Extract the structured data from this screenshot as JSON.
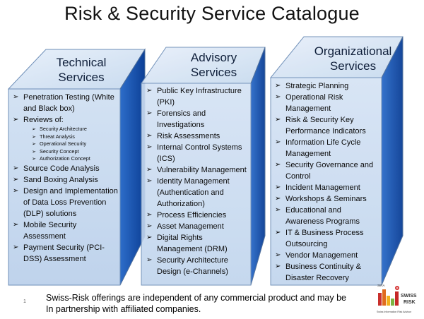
{
  "title": "Risk & Security Service Catalogue",
  "colors": {
    "front_face": "#c8daef",
    "top_face": "#dbe7f5",
    "side_face": "#0f4fb0",
    "cube_border": "#6f8fb8"
  },
  "boxes": [
    {
      "title_lines": [
        "Technical",
        "Services"
      ],
      "items": [
        {
          "text": "Penetration Testing (White and Black box)",
          "level": 1
        },
        {
          "text": "Reviews of:",
          "level": 1
        },
        {
          "text": "Security Architecture",
          "level": 2
        },
        {
          "text": "Threat Analysis",
          "level": 2
        },
        {
          "text": "Operational Security",
          "level": 2
        },
        {
          "text": "Security Concept",
          "level": 2
        },
        {
          "text": "Authorization Concept",
          "level": 2
        },
        {
          "text": "Source Code Analysis",
          "level": 1
        },
        {
          "text": "Sand Boxing Analysis",
          "level": 1
        },
        {
          "text": "Design and Implementation of Data Loss Prevention (DLP) solutions",
          "level": 1
        },
        {
          "text": "Mobile Security Assessment",
          "level": 1
        },
        {
          "text": "Payment Security (PCI-DSS) Assessment",
          "level": 1
        }
      ]
    },
    {
      "title_lines": [
        "Advisory",
        "Services"
      ],
      "items": [
        {
          "text": "Public Key Infrastructure (PKI)",
          "level": 1
        },
        {
          "text": "Forensics and Investigations",
          "level": 1
        },
        {
          "text": "Risk Assessments",
          "level": 1
        },
        {
          "text": "Internal Control Systems (ICS)",
          "level": 1
        },
        {
          "text": "Vulnerability Management",
          "level": 1
        },
        {
          "text": "Identity Management (Authentication and Authorization)",
          "level": 1
        },
        {
          "text": "Process Efficiencies",
          "level": 1
        },
        {
          "text": "Asset Management",
          "level": 1
        },
        {
          "text": "Digital Rights Management (DRM)",
          "level": 1
        },
        {
          "text": "Security Architecture Design (e-Channels)",
          "level": 1
        }
      ]
    },
    {
      "title_lines": [
        "Organizational",
        "Services"
      ],
      "items": [
        {
          "text": "Strategic Planning",
          "level": 1
        },
        {
          "text": "Operational Risk Management",
          "level": 1
        },
        {
          "text": "Risk & Security Key Performance Indicators",
          "level": 1
        },
        {
          "text": "Information Life Cycle Management",
          "level": 1
        },
        {
          "text": "Security Governance and Control",
          "level": 1
        },
        {
          "text": "Incident Management",
          "level": 1
        },
        {
          "text": "Workshops & Seminars",
          "level": 1
        },
        {
          "text": "Educational and Awareness Programs",
          "level": 1
        },
        {
          "text": "IT & Business Process Outsourcing",
          "level": 1
        },
        {
          "text": "Vendor Management",
          "level": 1
        },
        {
          "text": "Business Continuity & Disaster Recovery",
          "level": 1
        }
      ]
    }
  ],
  "footer": {
    "line1": "Swiss-Risk offerings are independent of any commercial product and may be",
    "line2": "In partnership with affiliated companies."
  },
  "page_number": "1",
  "logo": {
    "top_label": "SWISS",
    "bottom_label": "RISK",
    "small_mark": "SIRA",
    "caption": "Swiss Information Risk Advisor"
  }
}
